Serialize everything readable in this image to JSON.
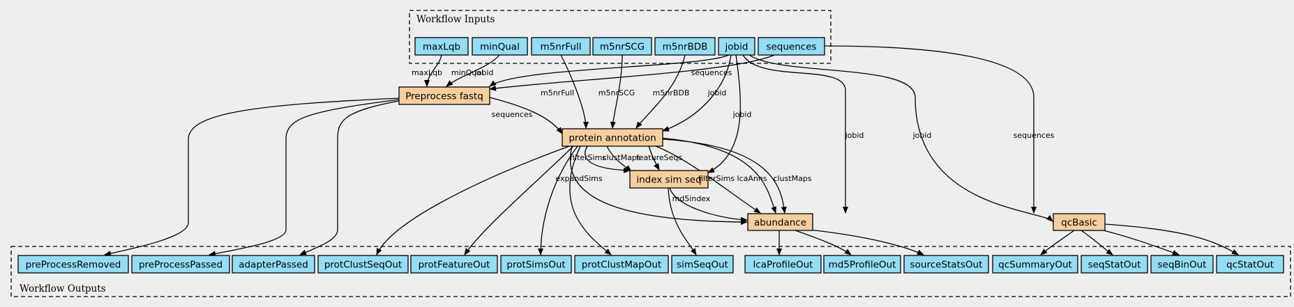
{
  "clusters": {
    "inputs_title": "Workflow Inputs",
    "outputs_title": "Workflow Outputs"
  },
  "inputs": [
    "maxLqb",
    "minQual",
    "m5nrFull",
    "m5nrSCG",
    "m5nrBDB",
    "jobid",
    "sequences"
  ],
  "steps": [
    "Preprocess fastq",
    "protein annotation",
    "index sim seq",
    "abundance",
    "qcBasic"
  ],
  "outputs": [
    "preProcessRemoved",
    "preProcessPassed",
    "adapterPassed",
    "protClustSeqOut",
    "protFeatureOut",
    "protSimsOut",
    "protClustMapOut",
    "simSeqOut",
    "lcaProfileOut",
    "md5ProfileOut",
    "sourceStatsOut",
    "qcSummaryOut",
    "seqStatOut",
    "seqBinOut",
    "qcStatOut"
  ],
  "edges": [
    {
      "from": "maxLqb",
      "to": "Preprocess fastq",
      "label": "maxLqb"
    },
    {
      "from": "minQual",
      "to": "Preprocess fastq",
      "label": "minQual"
    },
    {
      "from": "jobid",
      "to": "Preprocess fastq",
      "label": "jobid"
    },
    {
      "from": "sequences",
      "to": "Preprocess fastq",
      "label": "sequences"
    },
    {
      "from": "m5nrFull",
      "to": "protein annotation",
      "label": "m5nrFull"
    },
    {
      "from": "m5nrSCG",
      "to": "protein annotation",
      "label": "m5nrSCG"
    },
    {
      "from": "m5nrBDB",
      "to": "protein annotation",
      "label": "m5nrBDB"
    },
    {
      "from": "jobid",
      "to": "protein annotation",
      "label": "jobid"
    },
    {
      "from": "Preprocess fastq",
      "to": "protein annotation",
      "label": "sequences"
    },
    {
      "from": "jobid",
      "to": "index sim seq",
      "label": "jobid"
    },
    {
      "from": "jobid",
      "to": "abundance",
      "label": "jobid"
    },
    {
      "from": "jobid",
      "to": "qcBasic",
      "label": "jobid"
    },
    {
      "from": "sequences",
      "to": "qcBasic",
      "label": "sequences"
    },
    {
      "from": "protein annotation",
      "to": "index sim seq",
      "label": "filterSims"
    },
    {
      "from": "protein annotation",
      "to": "index sim seq",
      "label": "clustMaps"
    },
    {
      "from": "protein annotation",
      "to": "index sim seq",
      "label": "featureSeqs"
    },
    {
      "from": "protein annotation",
      "to": "abundance",
      "label": "expandSims"
    },
    {
      "from": "protein annotation",
      "to": "abundance",
      "label": "filterSims"
    },
    {
      "from": "protein annotation",
      "to": "abundance",
      "label": "lcaAnns"
    },
    {
      "from": "protein annotation",
      "to": "abundance",
      "label": "clustMaps"
    },
    {
      "from": "index sim seq",
      "to": "abundance",
      "label": "md5index"
    },
    {
      "from": "Preprocess fastq",
      "to": "preProcessRemoved",
      "label": ""
    },
    {
      "from": "Preprocess fastq",
      "to": "preProcessPassed",
      "label": ""
    },
    {
      "from": "Preprocess fastq",
      "to": "adapterPassed",
      "label": ""
    },
    {
      "from": "protein annotation",
      "to": "protClustSeqOut",
      "label": ""
    },
    {
      "from": "protein annotation",
      "to": "protFeatureOut",
      "label": ""
    },
    {
      "from": "protein annotation",
      "to": "protSimsOut",
      "label": ""
    },
    {
      "from": "protein annotation",
      "to": "protClustMapOut",
      "label": ""
    },
    {
      "from": "index sim seq",
      "to": "simSeqOut",
      "label": ""
    },
    {
      "from": "abundance",
      "to": "lcaProfileOut",
      "label": ""
    },
    {
      "from": "abundance",
      "to": "md5ProfileOut",
      "label": ""
    },
    {
      "from": "abundance",
      "to": "sourceStatsOut",
      "label": ""
    },
    {
      "from": "qcBasic",
      "to": "qcSummaryOut",
      "label": ""
    },
    {
      "from": "qcBasic",
      "to": "seqStatOut",
      "label": ""
    },
    {
      "from": "qcBasic",
      "to": "seqBinOut",
      "label": ""
    },
    {
      "from": "qcBasic",
      "to": "qcStatOut",
      "label": ""
    }
  ],
  "colors": {
    "background": "#eeeeee",
    "io_fill": "#94ddf4",
    "step_fill": "#f7cf9f"
  }
}
